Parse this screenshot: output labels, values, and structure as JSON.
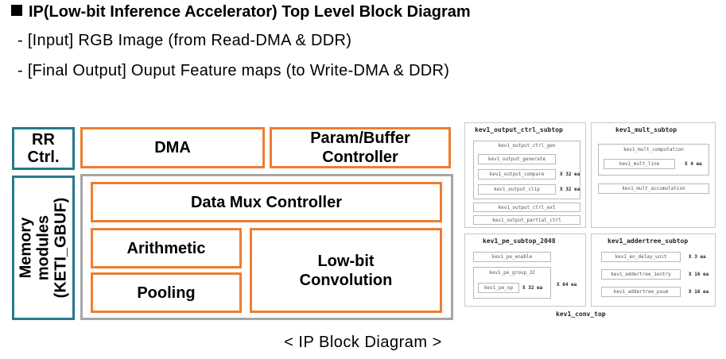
{
  "header": {
    "title": "IP(Low-bit Inference Accelerator) Top Level Block Diagram",
    "bullets": [
      "- [Input] RGB Image (from Read-DMA & DDR)",
      "- [Final Output] Ouput Feature maps (to Write-DMA & DDR)"
    ]
  },
  "block_diagram": {
    "rr_ctrl": "RR Ctrl.",
    "dma": "DMA",
    "param_buffer": "Param/Buffer Controller",
    "memory": [
      "Memory",
      "modules",
      "(KETI_GBUF)"
    ],
    "data_mux": "Data Mux Controller",
    "arithmetic": "Arithmetic",
    "pooling": "Pooling",
    "lowbit_conv": "Low-bit Convolution"
  },
  "rtl_diagram": {
    "top": "kev1_conv_top",
    "output_ctrl": {
      "title": "kev1_output_ctrl_subtop",
      "group": "kev1_output_ctrl_gen",
      "items": [
        "kev1_output_generate",
        "kev1_output_compare",
        "kev1_output_clip"
      ],
      "multipliers": [
        "X 32 ea",
        "X 32 ea"
      ],
      "extra": [
        "kev1_output_ctrl_ext",
        "kev1_output_partial_ctrl"
      ]
    },
    "mult": {
      "title": "kev1_mult_subtop",
      "group": "kev1_mult_computation",
      "item": "kev1_mult_line",
      "multiplier": "X 4 ea",
      "accum": "kev1_mult_accumulation"
    },
    "pe": {
      "title": "kev1_pe_subtop_2048",
      "enable": "kev1_pe_enable",
      "group": "kev1_pe_group_32",
      "item": "kev1_pe_op",
      "inner_multiplier": "X 32 ea",
      "outer_multiplier": "X 64 ea"
    },
    "addertree": {
      "title": "kev1_addertree_subtop",
      "items": [
        "kev1_en_delay_unit",
        "kev1_addertree_1entry",
        "kev1_addertree_psum"
      ],
      "multipliers": [
        "X 3 ea",
        "X 16 ea",
        "X 16 ea"
      ]
    }
  },
  "caption": "< IP Block Diagram >",
  "colors": {
    "teal": "#237a8c",
    "orange": "#ed7d31",
    "gray": "#a6a6a6"
  }
}
